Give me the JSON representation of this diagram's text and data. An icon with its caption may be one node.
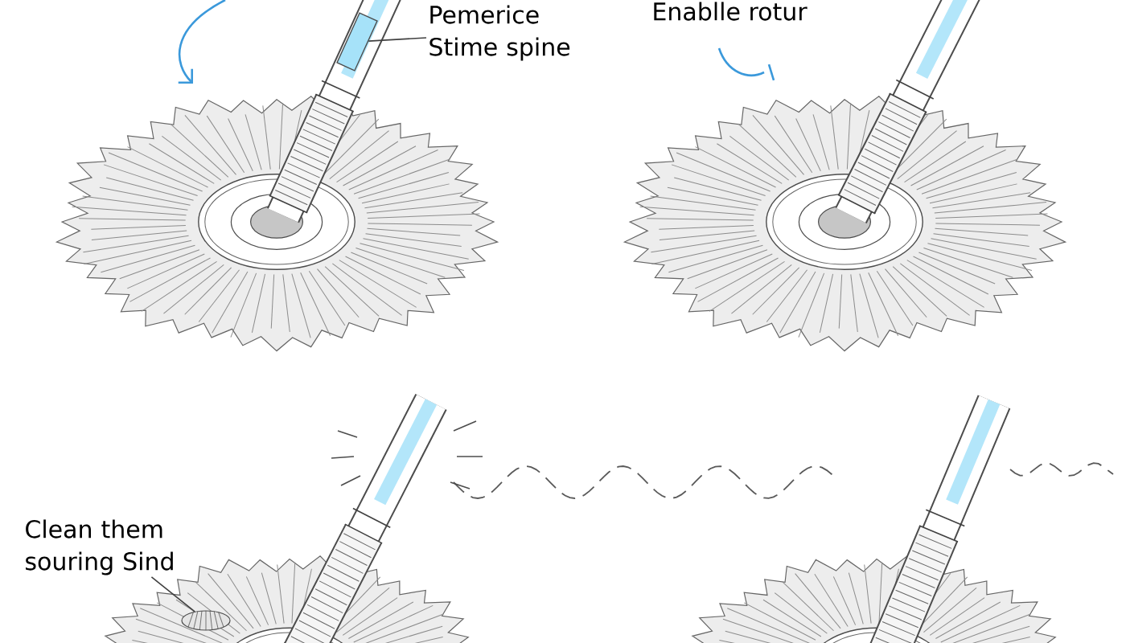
{
  "diagram": {
    "nodes": [
      {
        "text": [
          "Pemerice Stime spine"
        ]
      },
      {
        "text": [],
        "shape": "picture"
      },
      {
        "text": [
          "Clean them souring Sind"
        ]
      },
      {
        "text": [],
        "shape": "picture"
      }
    ],
    "edges": [
      {
        "from": 0,
        "to": 1,
        "arrow": "none"
      },
      {
        "from": 2,
        "to": 3,
        "arrow": "none"
      }
    ],
    "labels": [
      "Enablle rotur"
    ]
  }
}
